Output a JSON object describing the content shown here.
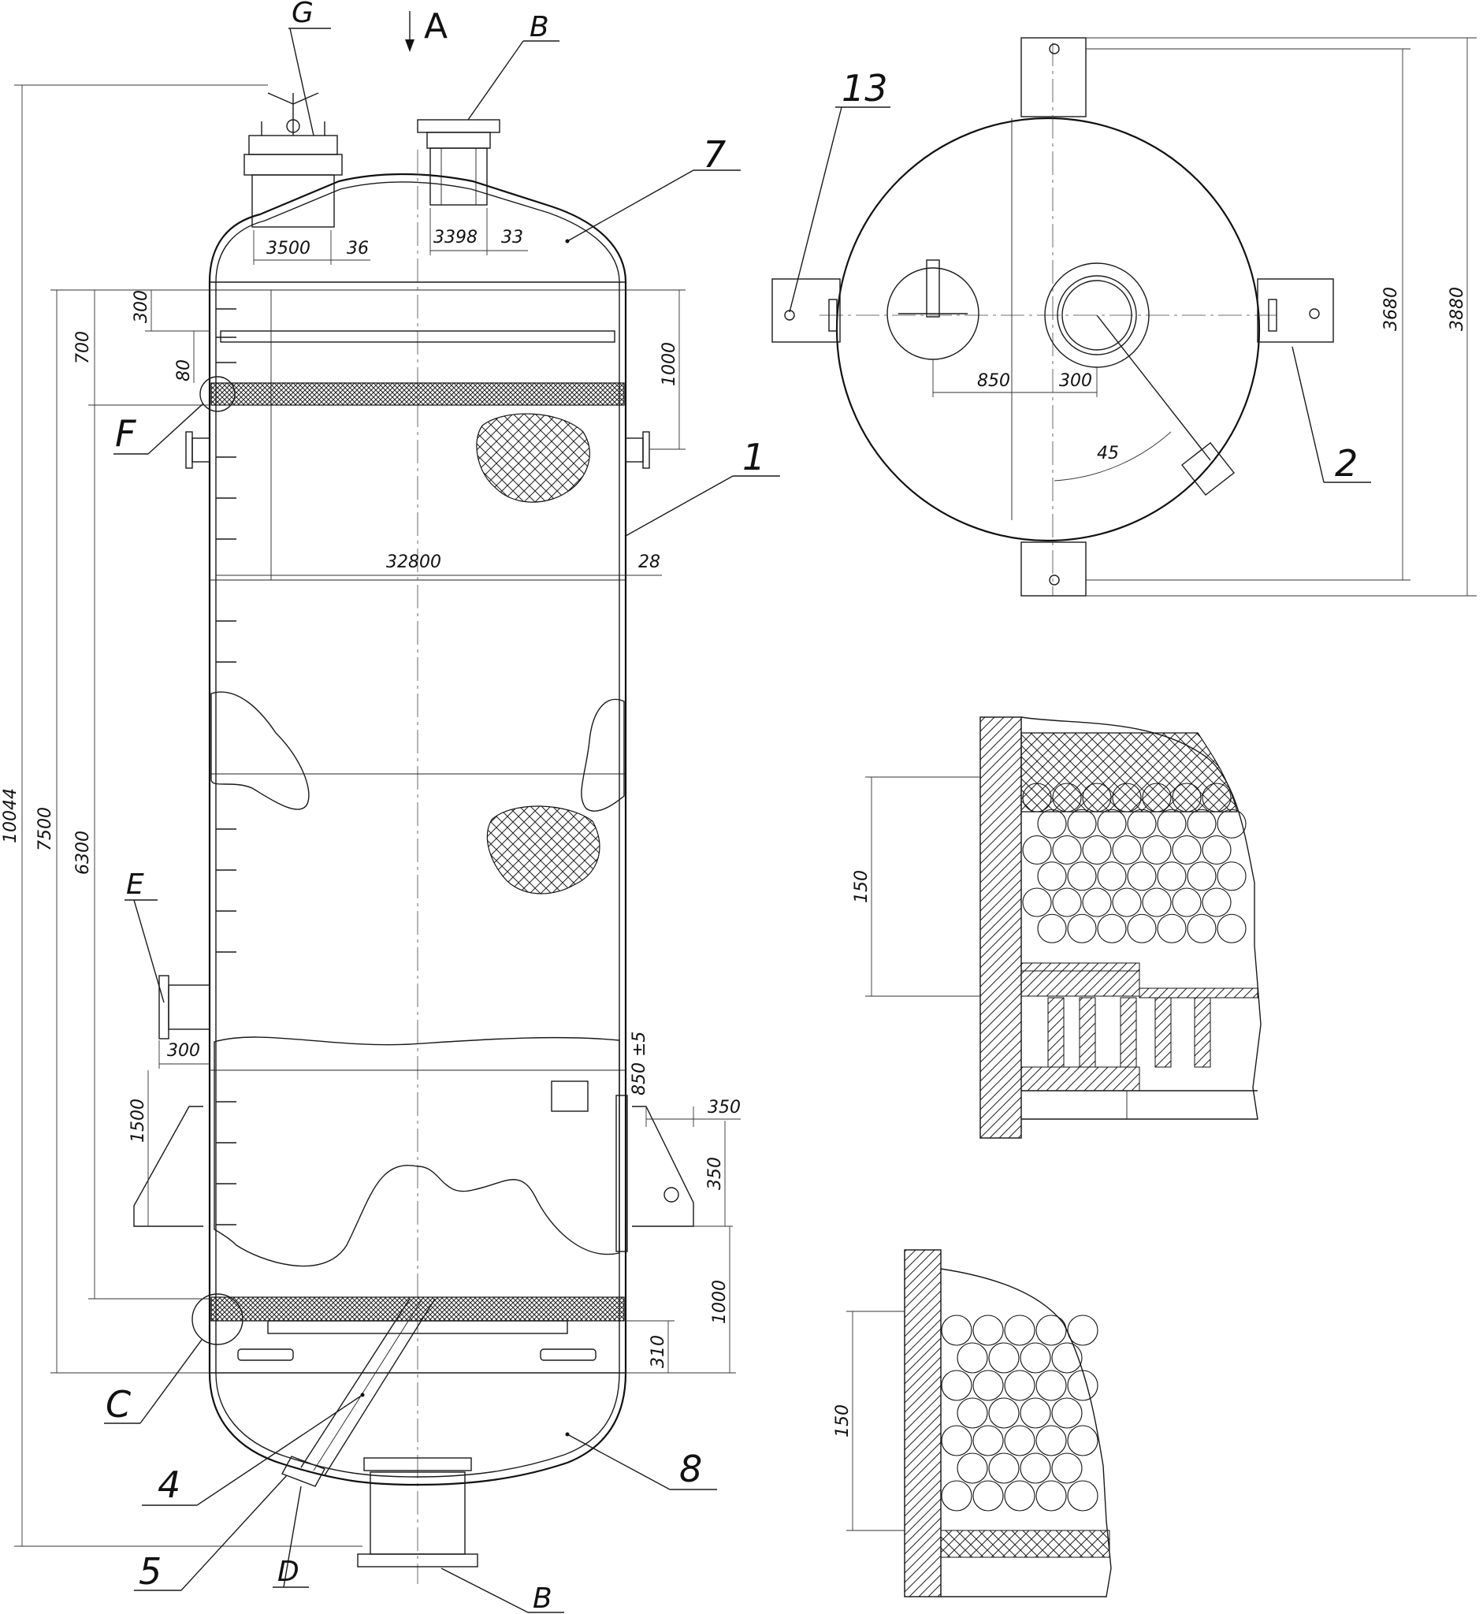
{
  "view_labels": {
    "a": "A"
  },
  "letters": {
    "g": "G",
    "b_top": "B",
    "b_bottom": "B",
    "f": "F",
    "e": "E",
    "c": "C",
    "d": "D"
  },
  "callouts": {
    "c1": "1",
    "c2": "2",
    "c4": "4",
    "c5": "5",
    "c7": "7",
    "c8": "8",
    "c13": "13"
  },
  "dimensions": {
    "d_10044": "10044",
    "d_7500": "7500",
    "d_6300": "6300",
    "d_700": "700",
    "d_300_top": "300",
    "d_80": "80",
    "d_1000_top": "1000",
    "d_3500": "3500",
    "d_36": "36",
    "d_3398": "3398",
    "d_33": "33",
    "d_32800": "32800",
    "d_28": "28",
    "d_300_nozzle": "300",
    "d_1500": "1500",
    "d_850pm5": "850 ±5",
    "d_350_h": "350",
    "d_350_v": "350",
    "d_1000_bottom": "1000",
    "d_310": "310",
    "d_850_plan": "850",
    "d_300_plan": "300",
    "d_45": "45",
    "d_3680": "3680",
    "d_3880": "3880",
    "d_150_upper": "150",
    "d_150_lower": "150"
  },
  "colors": {
    "line": "#1a1a1a",
    "background": "#ffffff"
  }
}
